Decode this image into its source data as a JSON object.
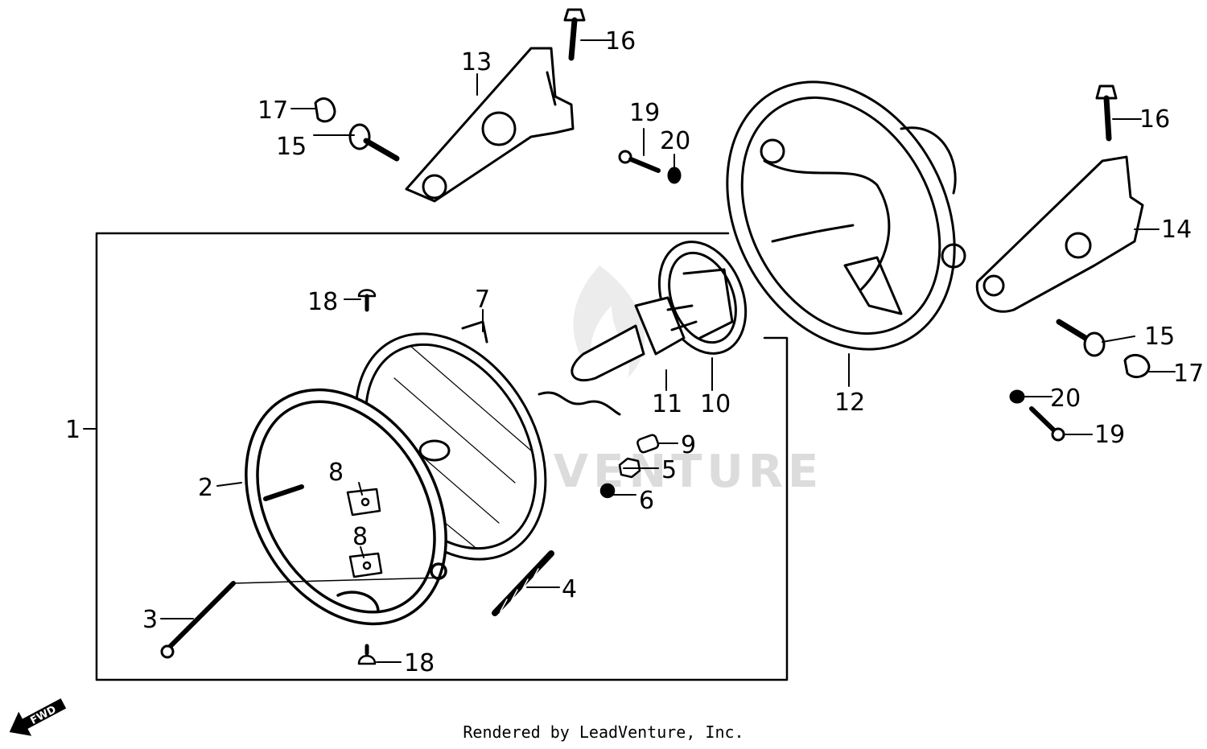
{
  "credit": "Rendered by LeadVenture, Inc.",
  "watermark": "LEADVENTURE",
  "fwd_label": "FWD",
  "callouts": {
    "c1": "1",
    "c2": "2",
    "c3": "3",
    "c4": "4",
    "c5": "5",
    "c6": "6",
    "c7": "7",
    "c8a": "8",
    "c8b": "8",
    "c9": "9",
    "c10": "10",
    "c11": "11",
    "c12": "12",
    "c13": "13",
    "c14": "14",
    "c15a": "15",
    "c15b": "15",
    "c16a": "16",
    "c16b": "16",
    "c17a": "17",
    "c17b": "17",
    "c18a": "18",
    "c18b": "18",
    "c19a": "19",
    "c19b": "19",
    "c20a": "20",
    "c20b": "20"
  }
}
